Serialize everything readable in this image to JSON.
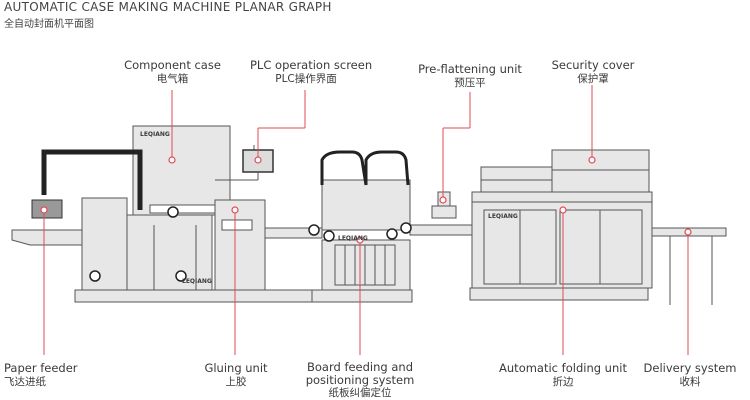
{
  "title": "AUTOMATIC CASE MAKING MACHINE PLANAR GRAPH",
  "subtitle": "全自动封面机平面图",
  "brand": "LEQIANG",
  "colors": {
    "callout": "#e14b55",
    "machine": "#e7e7e7",
    "outline": "#555555",
    "dark": "#222222"
  },
  "labels": {
    "component_case": {
      "en": "Component case",
      "zh": "电气箱"
    },
    "plc_screen": {
      "en": "PLC operation screen",
      "zh": "PLC操作界面"
    },
    "pre_flattening": {
      "en": "Pre-flattening unit",
      "zh": "预压平"
    },
    "security_cover": {
      "en": "Security cover",
      "zh": "保护罩"
    },
    "paper_feeder": {
      "en": "Paper feeder",
      "zh": "飞达进纸"
    },
    "gluing_unit": {
      "en": "Gluing unit",
      "zh": "上胶"
    },
    "board_feeding": {
      "en": "Board feeding and",
      "en2": "positioning system",
      "zh": "纸板纠偏定位"
    },
    "folding_unit": {
      "en": "Automatic folding unit",
      "zh": "折边"
    },
    "delivery_system": {
      "en": "Delivery system",
      "zh": "收料"
    }
  }
}
